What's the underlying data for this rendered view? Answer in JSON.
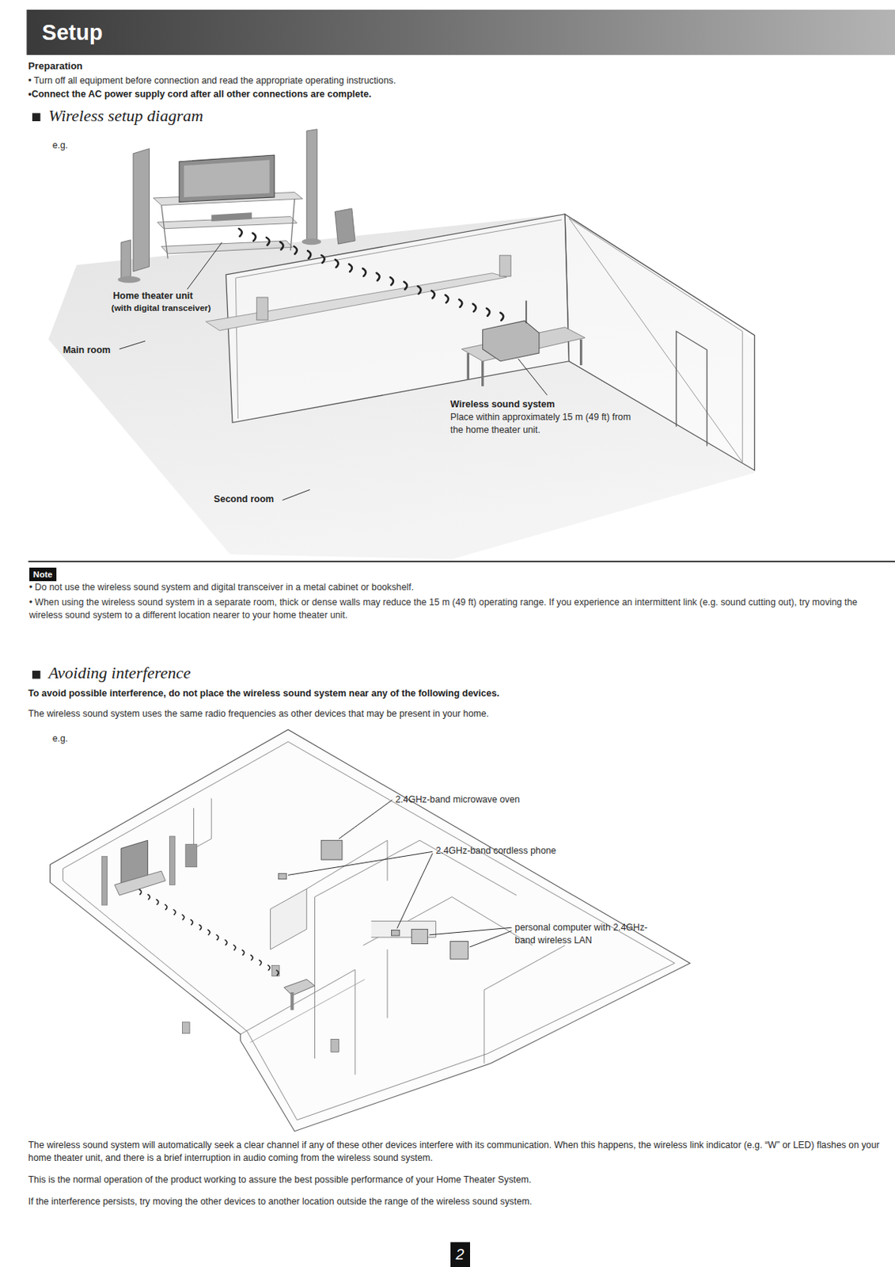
{
  "diagram": {
    "title": "Setup",
    "nodes": [
      {
        "text": [
          "Note"
        ]
      },
      {
        "text": [
          "2"
        ]
      }
    ],
    "labels": [
      "Preparation",
      "• Turn off all equipment before connection and read the appropriate operating instructions.",
      "•Connect the AC power supply cord after all other connections are complete.",
      "Wireless setup diagram",
      "e.g.",
      "Home theater unit",
      "(with digital transceiver)",
      "Main room",
      "Wireless sound system",
      "Place within approximately 15 m (49 ft) from the home theater unit.",
      "Second room",
      "• Do not use the wireless sound system and digital transceiver in a metal cabinet or bookshelf.",
      "• When using the wireless sound system in a separate room, thick or dense walls may reduce the 15 m (49 ft) operating range. If you experience an intermittent link (e.g. sound cutting out), try moving the wireless sound system to a different location nearer to your home theater unit.",
      "Avoiding interference",
      "To avoid possible interference, do not place the wireless sound system near any of the following devices.",
      "The wireless sound system uses the same radio frequencies as other devices that may be present in your home.",
      "e.g.",
      "2.4GHz-band microwave oven",
      "2.4GHz-band cordless phone",
      "personal computer with 2.4GHz-band wireless LAN",
      "The wireless sound system will automatically seek a clear channel if any of these other devices interfere with its communication. When this happens, the wireless link indicator (e.g. “W” or LED) flashes on your home theater unit, and there is a brief interruption in audio coming from the wireless sound system.",
      "This is the normal operation of the product working to assure the best possible performance of your Home Theater System.",
      "If the interference persists, try moving the other devices to another location outside the range of the wireless sound system."
    ]
  }
}
